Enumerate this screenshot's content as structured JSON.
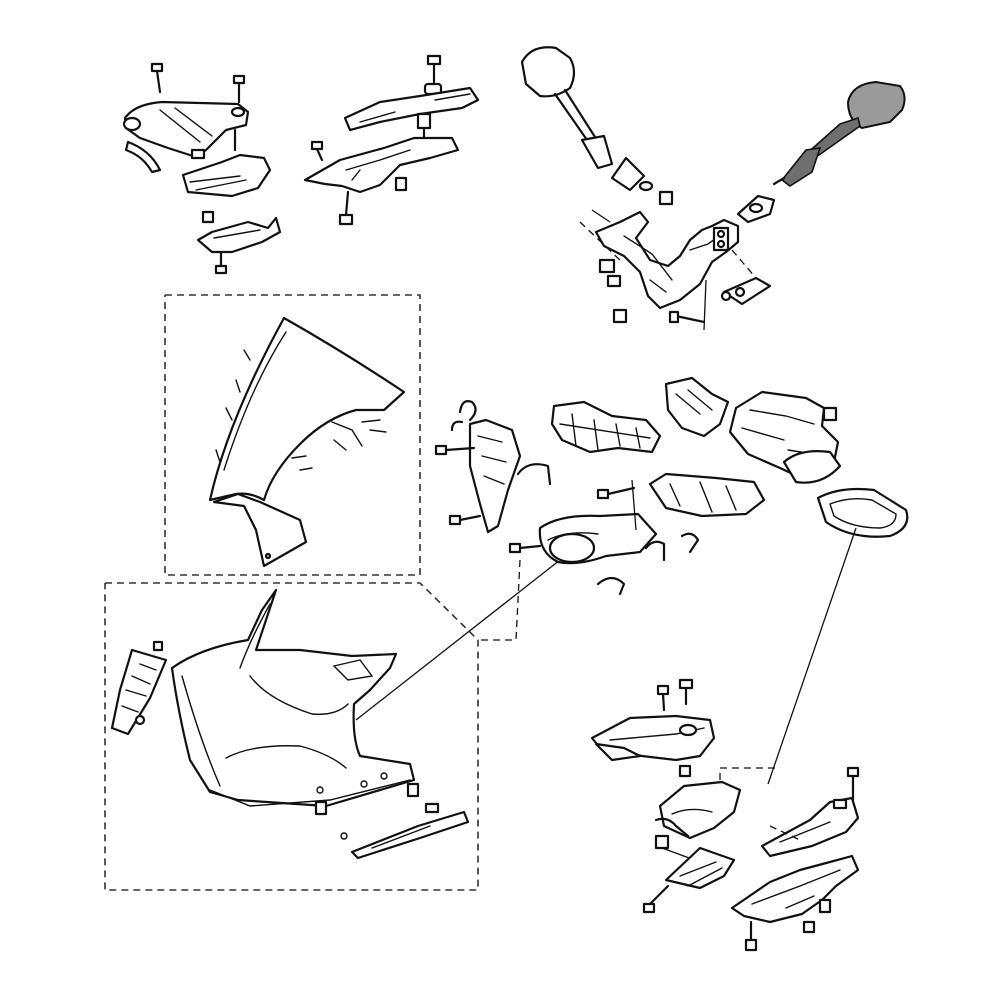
{
  "diagram": {
    "style": "exploded-parts line drawing",
    "groups": [
      {
        "id": "headlight-brackets"
      },
      {
        "id": "mirror-stay-assembly"
      },
      {
        "id": "windscreen"
      },
      {
        "id": "upper-cowling"
      },
      {
        "id": "air-ducts"
      },
      {
        "id": "inner-panels"
      }
    ],
    "colors": {
      "line": "#111111",
      "background": "#ffffff",
      "mirror": "#9a9a9a",
      "mirror_stem": "#6f6f6f"
    }
  }
}
